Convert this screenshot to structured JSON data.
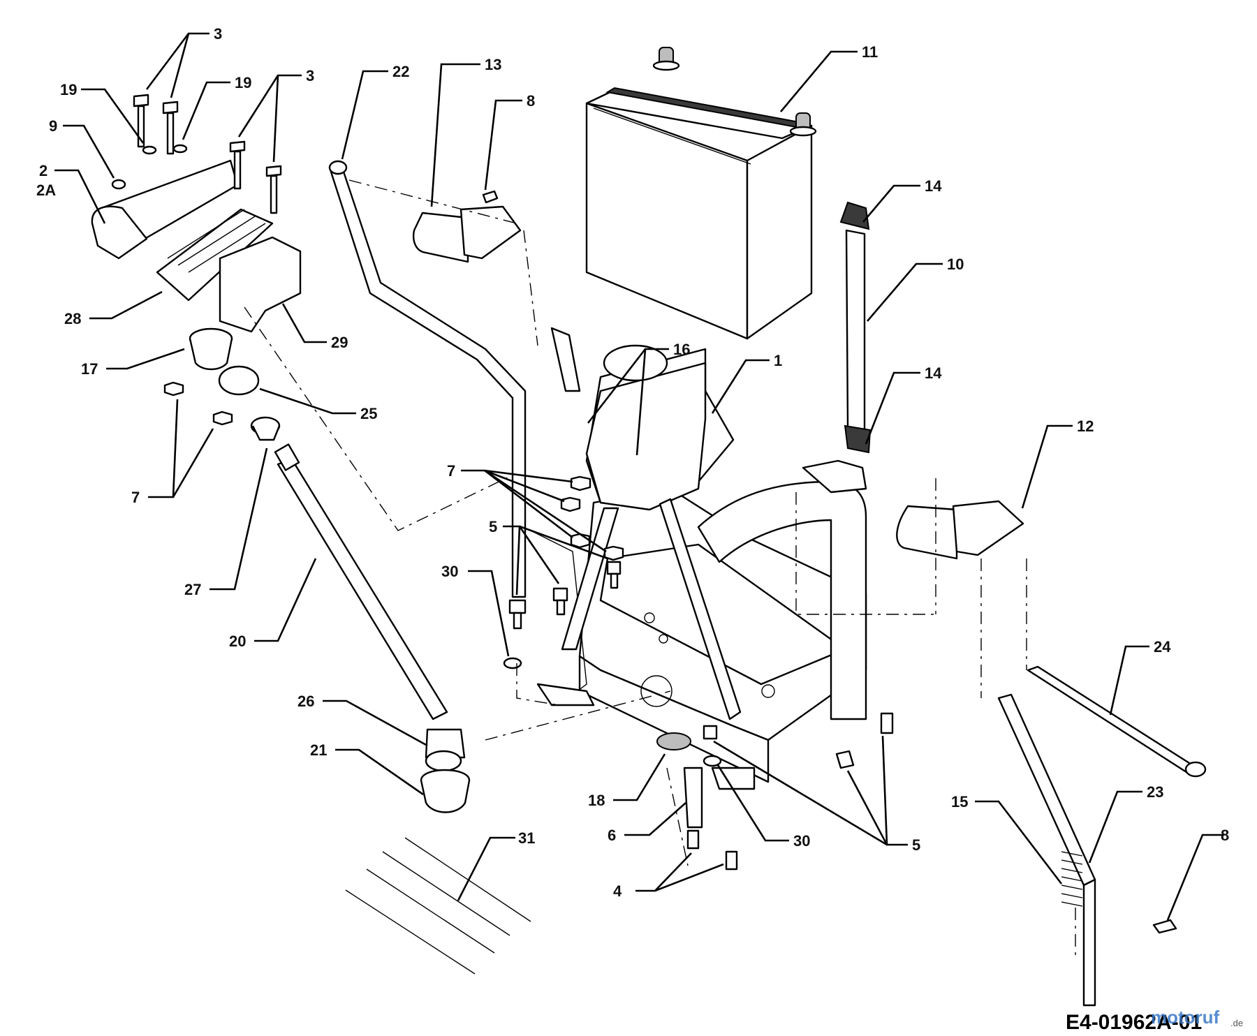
{
  "diagram": {
    "drawing_code": "E4-01962A-01",
    "watermark": {
      "text": "motoruf",
      "suffix": ".de"
    }
  },
  "callouts": [
    {
      "id": "c3a",
      "label": "3"
    },
    {
      "id": "c19a",
      "label": "19"
    },
    {
      "id": "c19b",
      "label": "19"
    },
    {
      "id": "c3b",
      "label": "3"
    },
    {
      "id": "c9",
      "label": "9"
    },
    {
      "id": "c2",
      "label": "2"
    },
    {
      "id": "c2a",
      "label": "2A"
    },
    {
      "id": "c28",
      "label": "28"
    },
    {
      "id": "c29",
      "label": "29"
    },
    {
      "id": "c17",
      "label": "17"
    },
    {
      "id": "c25",
      "label": "25"
    },
    {
      "id": "c7a",
      "label": "7"
    },
    {
      "id": "c27",
      "label": "27"
    },
    {
      "id": "c20",
      "label": "20"
    },
    {
      "id": "c26",
      "label": "26"
    },
    {
      "id": "c21",
      "label": "21"
    },
    {
      "id": "c22",
      "label": "22"
    },
    {
      "id": "c13",
      "label": "13"
    },
    {
      "id": "c8a",
      "label": "8"
    },
    {
      "id": "c11",
      "label": "11"
    },
    {
      "id": "c14a",
      "label": "14"
    },
    {
      "id": "c10",
      "label": "10"
    },
    {
      "id": "c16",
      "label": "16"
    },
    {
      "id": "c1",
      "label": "1"
    },
    {
      "id": "c14b",
      "label": "14"
    },
    {
      "id": "c12",
      "label": "12"
    },
    {
      "id": "c7b",
      "label": "7"
    },
    {
      "id": "c5a",
      "label": "5"
    },
    {
      "id": "c30a",
      "label": "30"
    },
    {
      "id": "c24",
      "label": "24"
    },
    {
      "id": "c18",
      "label": "18"
    },
    {
      "id": "c6",
      "label": "6"
    },
    {
      "id": "c30b",
      "label": "30"
    },
    {
      "id": "c5b",
      "label": "5"
    },
    {
      "id": "c4",
      "label": "4"
    },
    {
      "id": "c15",
      "label": "15"
    },
    {
      "id": "c23",
      "label": "23"
    },
    {
      "id": "c8b",
      "label": "8"
    },
    {
      "id": "c31",
      "label": "31"
    }
  ]
}
